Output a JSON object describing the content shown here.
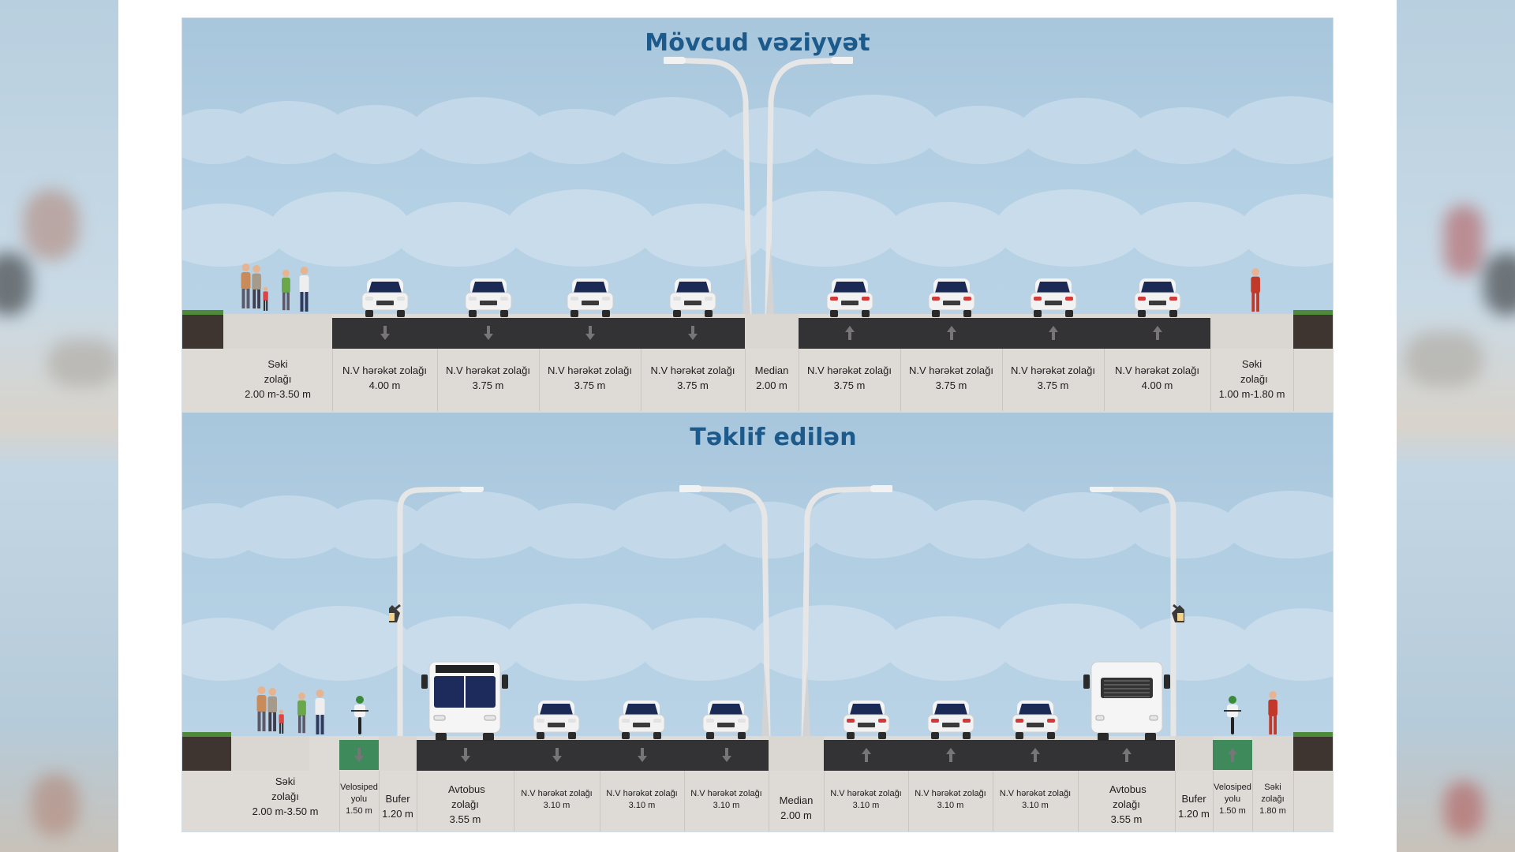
{
  "existing": {
    "title": "Mövcud vəziyyət",
    "segments": [
      {
        "name": "Səki zolağı",
        "width": "2.00 m-3.50 m"
      },
      {
        "name": "N.V hərəkət zolağı",
        "width": "4.00 m"
      },
      {
        "name": "N.V hərəkət zolağı",
        "width": "3.75 m"
      },
      {
        "name": "N.V hərəkət zolağı",
        "width": "3.75 m"
      },
      {
        "name": "N.V hərəkət zolağı",
        "width": "3.75 m"
      },
      {
        "name": "Median",
        "width": "2.00 m"
      },
      {
        "name": "N.V hərəkət zolağı",
        "width": "3.75 m"
      },
      {
        "name": "N.V hərəkət zolağı",
        "width": "3.75 m"
      },
      {
        "name": "N.V hərəkət zolağı",
        "width": "3.75 m"
      },
      {
        "name": "N.V hərəkət zolağı",
        "width": "4.00 m"
      },
      {
        "name": "Səki zolağı",
        "width": "1.00 m-1.80 m"
      }
    ]
  },
  "proposed": {
    "title": "Təklif edilən",
    "segments": [
      {
        "name": "Səki zolağı",
        "width": "2.00 m-3.50 m"
      },
      {
        "name": "Velosiped yolu",
        "width": "1.50 m"
      },
      {
        "name": "Bufer",
        "width": "1.20 m"
      },
      {
        "name": "Avtobus zolağı",
        "width": "3.55 m"
      },
      {
        "name": "N.V hərəkət zolağı",
        "width": "3.10 m"
      },
      {
        "name": "N.V hərəkət zolağı",
        "width": "3.10 m"
      },
      {
        "name": "N.V hərəkət zolağı",
        "width": "3.10 m"
      },
      {
        "name": "Median",
        "width": "2.00 m"
      },
      {
        "name": "N.V hərəkət zolağı",
        "width": "3.10 m"
      },
      {
        "name": "N.V hərəkət zolağı",
        "width": "3.10 m"
      },
      {
        "name": "N.V hərəkət zolağı",
        "width": "3.10 m"
      },
      {
        "name": "Avtobus zolağı",
        "width": "3.55 m"
      },
      {
        "name": "Bufer",
        "width": "1.20 m"
      },
      {
        "name": "Velosiped yolu",
        "width": "1.50 m"
      },
      {
        "name": "Səki zolağı",
        "width": "1.80 m"
      }
    ]
  },
  "colors": {
    "title": "#1c5a8c",
    "road": "#333234",
    "sidewalk": "#dad6d2",
    "bike_lane": "#3f8a5a",
    "grass": "#4f8a3a",
    "sky": "#b3cfe3"
  },
  "icons": [
    "pedestrian-icon",
    "car-icon",
    "bus-icon",
    "cyclist-icon",
    "street-lamp-icon",
    "arrow-down-icon",
    "arrow-up-icon"
  ]
}
